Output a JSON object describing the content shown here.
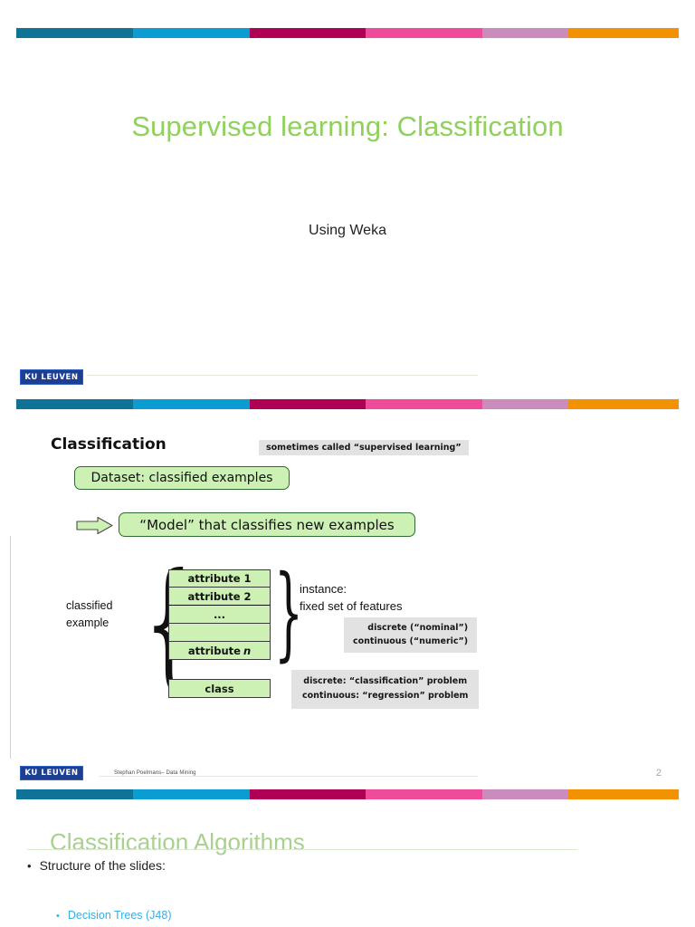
{
  "deck": {
    "brand": "KU LEUVEN",
    "colorbar": [
      "#0e7396",
      "#0b9dd2",
      "#b00055",
      "#ee4c9a",
      "#c98cbd",
      "#f39200"
    ],
    "accent_green": "#8fd15a",
    "logo_blue": "#1d3f92"
  },
  "slide1": {
    "title": "Supervised learning: Classification",
    "subtitle": "Using Weka",
    "logo": "KU LEUVEN"
  },
  "slide2": {
    "heading": "Classification",
    "note_supervised": "sometimes called “supervised learning”",
    "box_dataset": "Dataset: classified examples",
    "box_model": "“Model” that classifies new examples",
    "label_classified_example": "classified\nexample",
    "label_classified_line1": "classified",
    "label_classified_line2": "example",
    "label_instance_line1": "instance:",
    "label_instance_line2": "fixed set of features",
    "attributes": [
      "attribute 1",
      "attribute 2",
      "...",
      "",
      "attribute n"
    ],
    "attribute_n_prefix": "attribute ",
    "attribute_n_italic": "n",
    "class_cell": "class",
    "note_types_line1": "discrete (“nominal”)",
    "note_types_line2": "continuous (“numeric”)",
    "note_problems_line1": "discrete: “classification” problem",
    "note_problems_line2": "continuous: “regression” problem",
    "footer_author": "Stephan Poelmans– Data Mining",
    "page_number": "2",
    "logo": "KU LEUVEN"
  },
  "slide3": {
    "title": "Classification Algorithms",
    "bullet1": "Structure of the slides:",
    "bullet2": "Decision Trees (J48)",
    "bullet_glyph": "•"
  }
}
